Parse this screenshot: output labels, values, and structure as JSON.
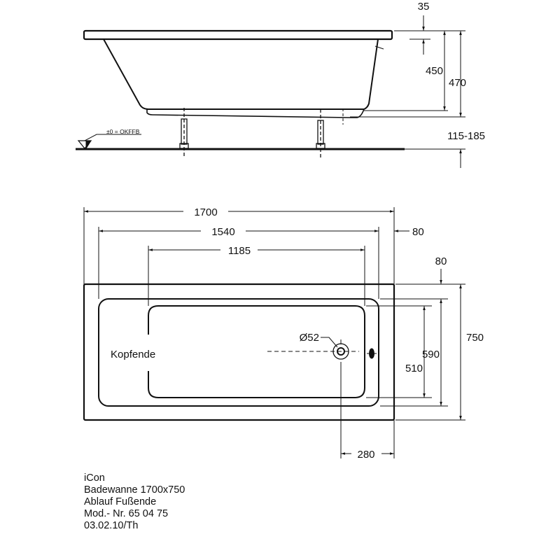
{
  "side_view": {
    "dim_rim": "35",
    "dim_inner_depth": "450",
    "dim_total_height": "470",
    "dim_feet": "115-185",
    "floor_label": "±0 = OKFFB"
  },
  "top_view": {
    "dim_length": "1700",
    "dim_inner_length": "1540",
    "dim_floor_length": "1185",
    "dim_rim_end": "80",
    "dim_rim_side": "80",
    "dim_width": "750",
    "dim_inner_width": "590",
    "dim_floor_width": "510",
    "dim_drain_offset": "280",
    "drain_label": "Ø52",
    "head_end_label": "Kopfende"
  },
  "info": {
    "lines": [
      "iCon",
      "Badewanne 1700x750",
      "Ablauf Fußende",
      "Mod.- Nr. 65 04 75",
      "03.02.10/Th"
    ]
  },
  "colors": {
    "line": "#111111",
    "background": "#ffffff"
  }
}
